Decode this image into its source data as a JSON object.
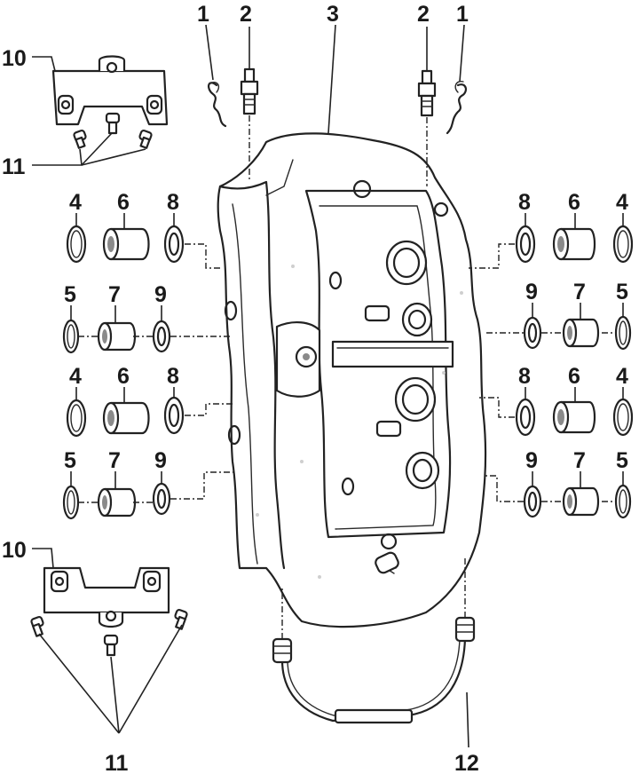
{
  "diagram": {
    "labels": {
      "l1_left": "1",
      "l2_left": "2",
      "l3": "3",
      "l2_right": "2",
      "l1_right": "1",
      "l10_top": "10",
      "l11_top": "11",
      "l4_a": "4",
      "l6_a": "6",
      "l8_a": "8",
      "l5_a": "5",
      "l7_a": "7",
      "l9_a": "9",
      "l4_b": "4",
      "l6_b": "6",
      "l8_b": "8",
      "l5_b": "5",
      "l7_b": "7",
      "l9_b": "9",
      "l8_c": "8",
      "l6_c": "6",
      "l4_c": "4",
      "l9_c": "9",
      "l7_c": "7",
      "l5_c": "5",
      "l8_d": "8",
      "l6_d": "6",
      "l4_d": "4",
      "l9_d": "9",
      "l7_d": "7",
      "l5_d": "5",
      "l10_bottom": "10",
      "l11_bottom": "11",
      "l12": "12"
    }
  }
}
